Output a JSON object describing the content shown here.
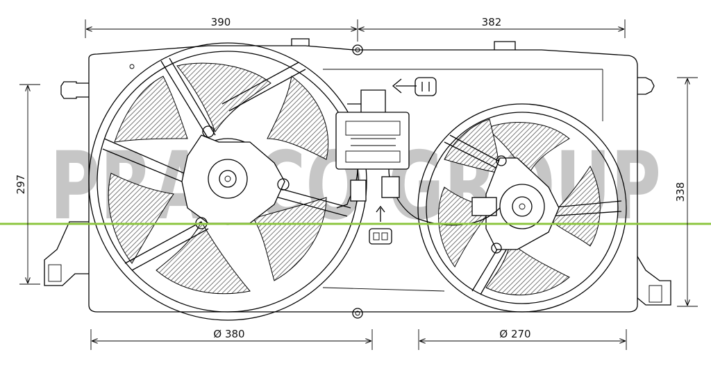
{
  "dimensions": {
    "top_left_width": "390",
    "top_right_width": "382",
    "left_height": "297",
    "right_height": "338",
    "left_fan_diameter": "Ø 380",
    "right_fan_diameter": "Ø 270"
  },
  "watermark": {
    "text": "PRASCO GROUP",
    "color": "#c6c6c6"
  },
  "colors": {
    "line": "#000000",
    "hatch": "#555555",
    "guide_line": "#8cc63f"
  }
}
